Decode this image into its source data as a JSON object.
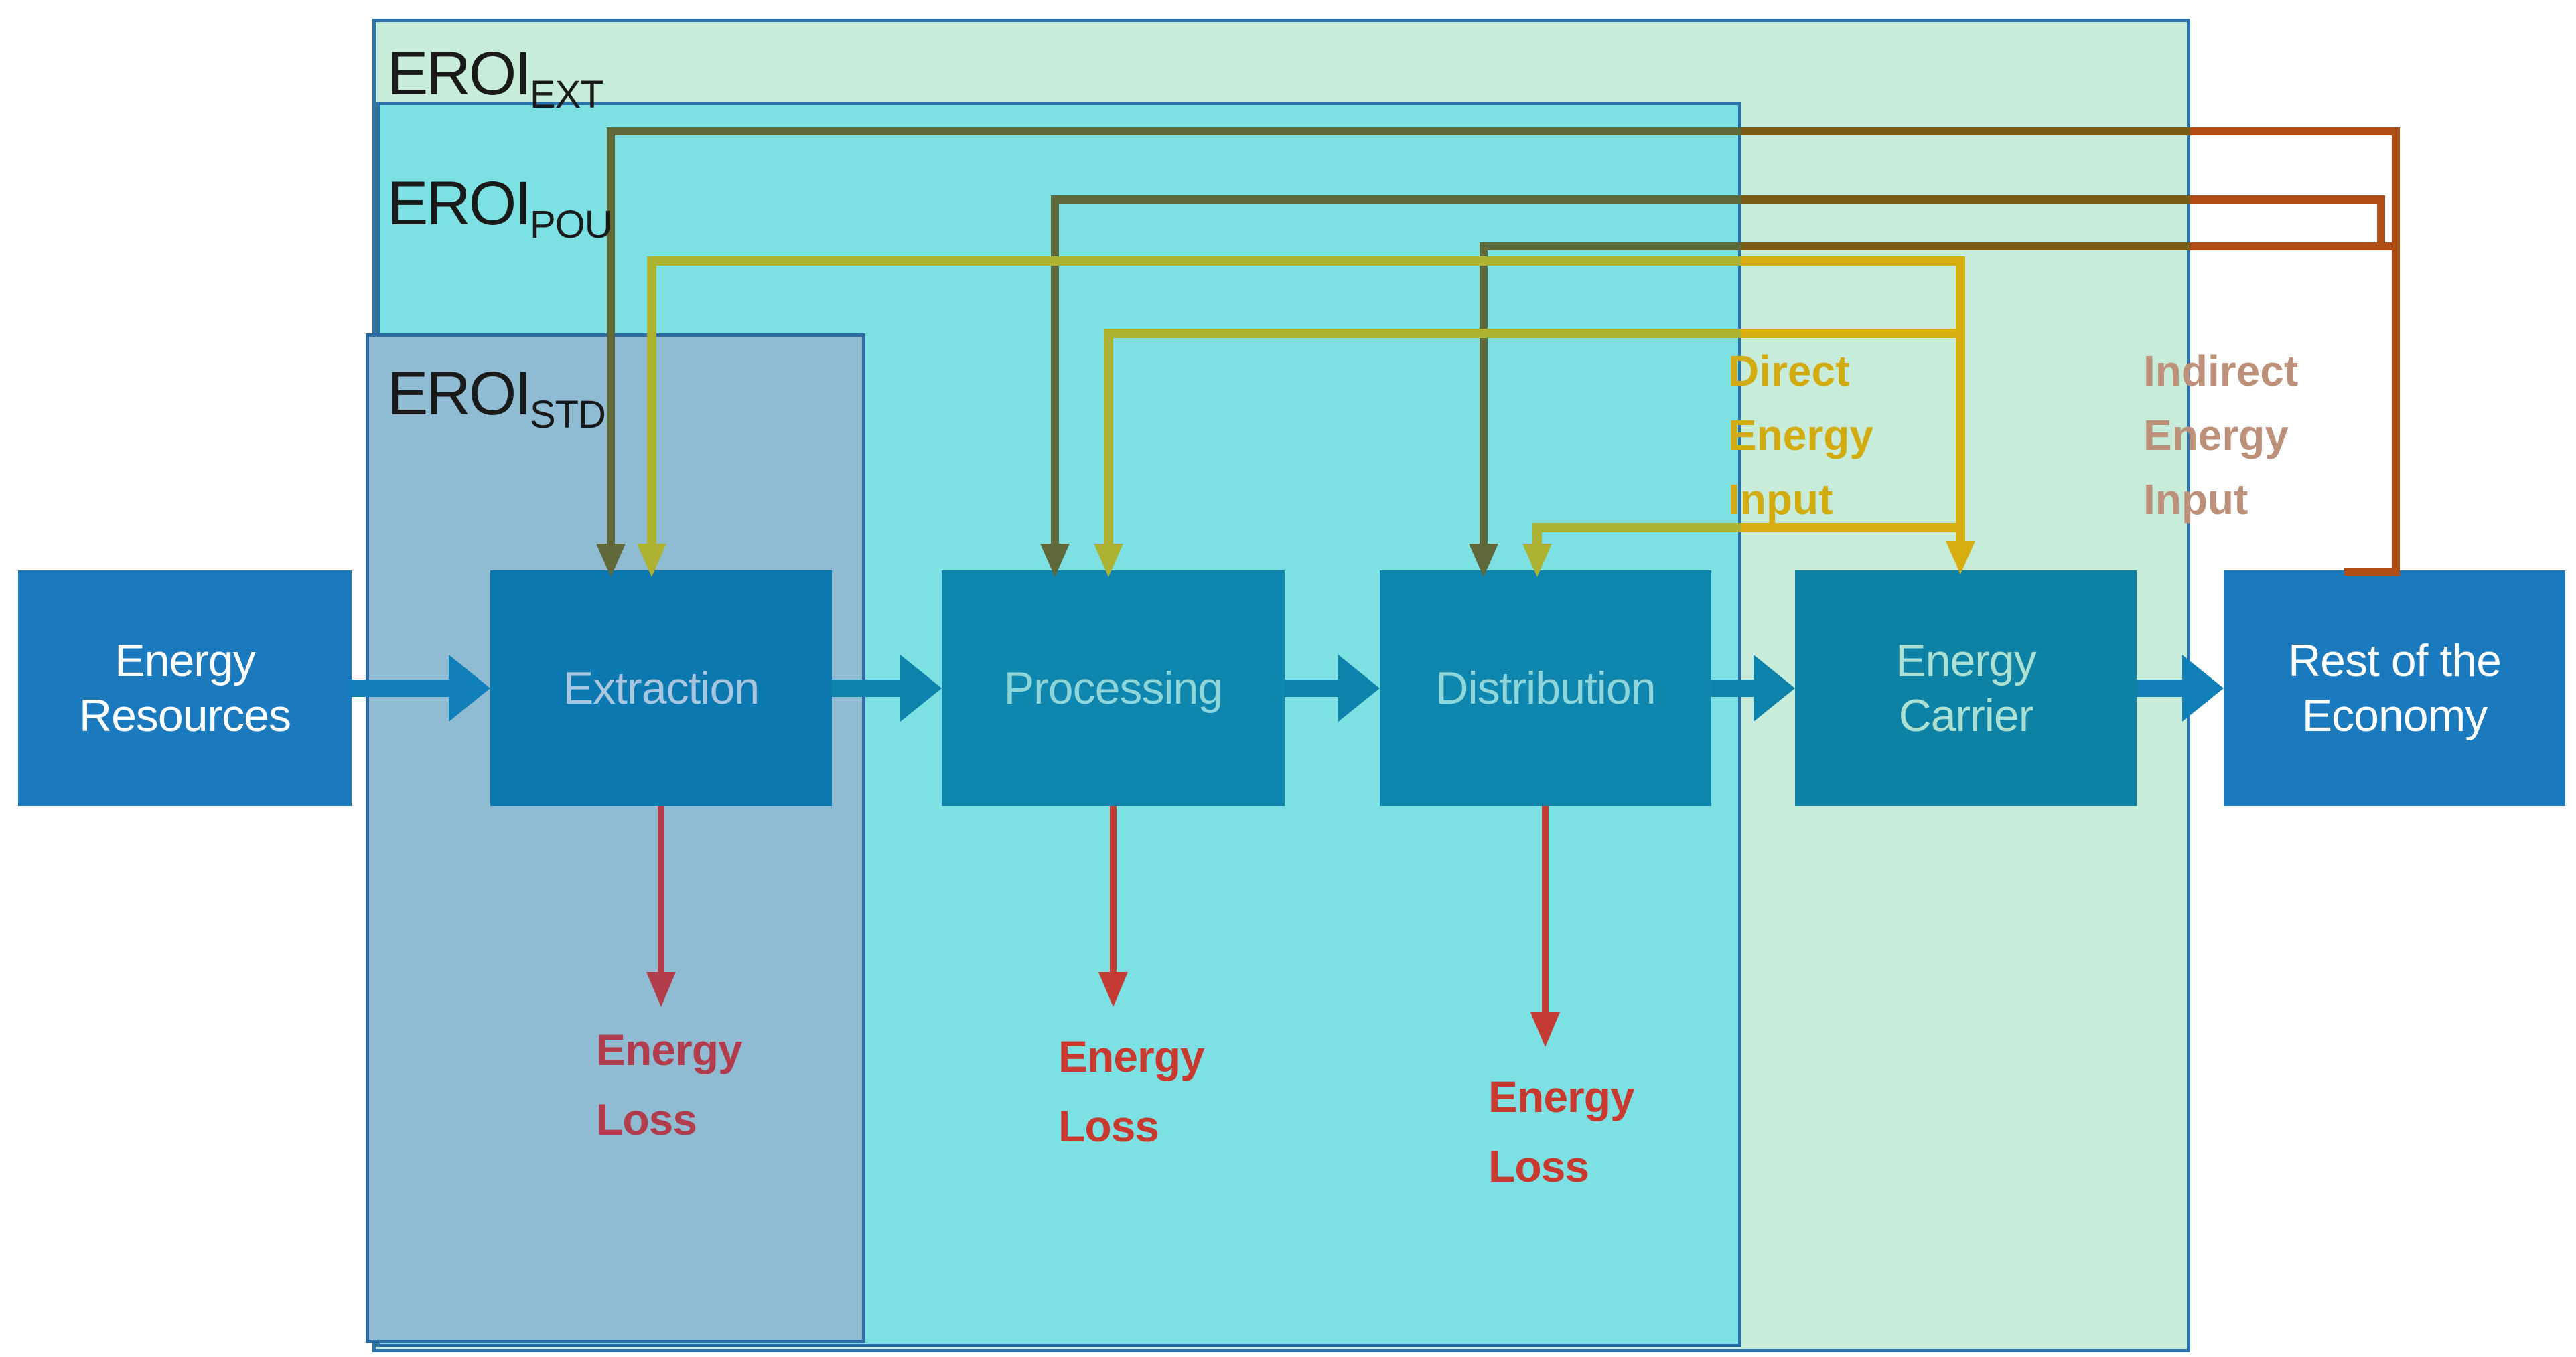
{
  "eroi_boundaries": [
    {
      "id": "ext",
      "base": "EROI",
      "sub": "EXT"
    },
    {
      "id": "pou",
      "base": "EROI",
      "sub": "POU"
    },
    {
      "id": "std",
      "base": "EROI",
      "sub": "STD"
    }
  ],
  "nodes": [
    {
      "id": "energy-resources",
      "label": "Energy\nResources"
    },
    {
      "id": "extraction",
      "label": "Extraction"
    },
    {
      "id": "processing",
      "label": "Processing"
    },
    {
      "id": "distribution",
      "label": "Distribution"
    },
    {
      "id": "energy-carrier",
      "label": "Energy\nCarrier"
    },
    {
      "id": "rest-of-economy",
      "label": "Rest of the\nEconomy"
    }
  ],
  "annotations": {
    "direct_input": "Direct\nEnergy\nInput",
    "indirect_input": "Indirect\nEnergy\nInput",
    "energy_loss": "Energy\nLoss"
  },
  "legend_semantics": {
    "gold_arrows": "Direct Energy Input from Energy Carrier to Extraction, Processing, Distribution",
    "brown_arrows": "Indirect Energy Input from Rest of the Economy to Extraction, Processing, Distribution",
    "red_arrows": "Energy Loss leaving Extraction, Processing, Distribution",
    "blue_arrows": "Energy flow from Energy Resources through stages to Rest of the Economy"
  },
  "colors": {
    "eroi_ext_fill": "#c7ecd9",
    "eroi_pou_fill": "#7de0e3",
    "eroi_std_fill": "#8fbbd3",
    "panel_border": "#2e73ae",
    "node_end_fill": "#1b79bd",
    "node_mid_fill": "#0e86ad",
    "flow_arrow": "#1280b8",
    "direct_input_gold": "#d6ae10",
    "direct_input_gold_tinted": "#aeb232",
    "indirect_input_brown": "#b04c15",
    "indirect_input_brown_tinted": "#5e6838",
    "energy_loss_red": "#c43b33",
    "direct_label": "#d2ab10",
    "indirect_label": "#bd9079",
    "loss_label": "#c8392f"
  }
}
